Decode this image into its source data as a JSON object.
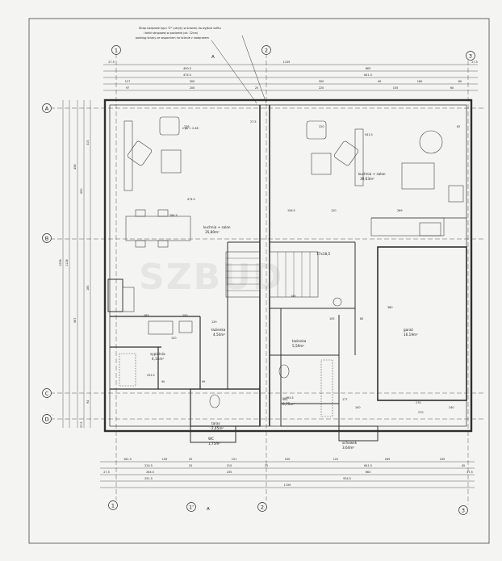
{
  "colors": {
    "paper": "#f4f4f2",
    "ink": "#222222",
    "wall": "#3a3a3a",
    "watermark": "#d6d6d6"
  },
  "note_lines": [
    "Strop nadproże typu \"Z\" (ukryty w ścianie) do wyjścia sufitu",
    "i belki stropowej w poziomie (ok. 22cm)",
    "podciąg ściany ze wsparciem na ścianie z nadprożem"
  ],
  "watermark": "SZBUD",
  "axes": {
    "top": [
      "1",
      "2",
      "3"
    ],
    "bottom": [
      "1",
      "1'",
      "2",
      "3"
    ],
    "left": [
      "A",
      "B",
      "C",
      "D"
    ]
  },
  "section_marks": [
    "A",
    "A"
  ],
  "dims_top": {
    "r1": [
      "27.5",
      "1159",
      "27.5"
    ],
    "r2": [
      "490.5",
      "663"
    ],
    "r3": [
      "474.5",
      "641.5"
    ],
    "r4": [
      "127",
      "300",
      "300",
      "49",
      "180",
      "80"
    ],
    "r5": [
      "97",
      "200",
      "25",
      "220",
      "105",
      "60"
    ]
  },
  "dims_bottom": {
    "r1": [
      "181.5",
      "100",
      "25",
      "151",
      "100",
      "122",
      "269",
      "249"
    ],
    "r2": [
      "224.5",
      "25",
      "210",
      "25",
      "641.5",
      "45"
    ],
    "r3": [
      "27.5",
      "264.5",
      "235",
      "663",
      "27.5"
    ],
    "r4": [
      "251.5",
      "934.5"
    ],
    "r5": [
      "1159"
    ]
  },
  "dims_left": [
    "1096",
    "1128",
    "458",
    "590",
    "567",
    "315",
    "185",
    "94",
    "27.5"
  ],
  "rooms": [
    {
      "name": "kuchnia + salon",
      "area": "35,80m²"
    },
    {
      "name": "kuchnia + salon",
      "area": "30,63m²"
    },
    {
      "name": "sypialnia",
      "area": "4,14m²"
    },
    {
      "name": "łazienka",
      "area": "4,54m²"
    },
    {
      "name": "WC",
      "area": "1,75m²"
    },
    {
      "name": "łazienka",
      "area": "5,59m²"
    },
    {
      "name": "garaż",
      "area": "16,19m²"
    },
    {
      "name": "schowek",
      "area": "3,64m²"
    },
    {
      "name": "WC",
      "area": "0,75m²"
    },
    {
      "name": "taras",
      "area": "2,45m²"
    }
  ],
  "inner_dims": [
    "226",
    "220",
    "474.5",
    "541.5",
    "284.5",
    "156.5",
    "120",
    "269",
    "27.5",
    "62",
    "120",
    "129",
    "250",
    "265",
    "105",
    "80",
    "252.5",
    "90",
    "99",
    "270",
    "155.5",
    "177",
    "100",
    "270",
    "380",
    "145",
    "240"
  ],
  "labels": {
    "stairs": "17x18,5",
    "kitchen_note": "ż.go = 2.48"
  }
}
